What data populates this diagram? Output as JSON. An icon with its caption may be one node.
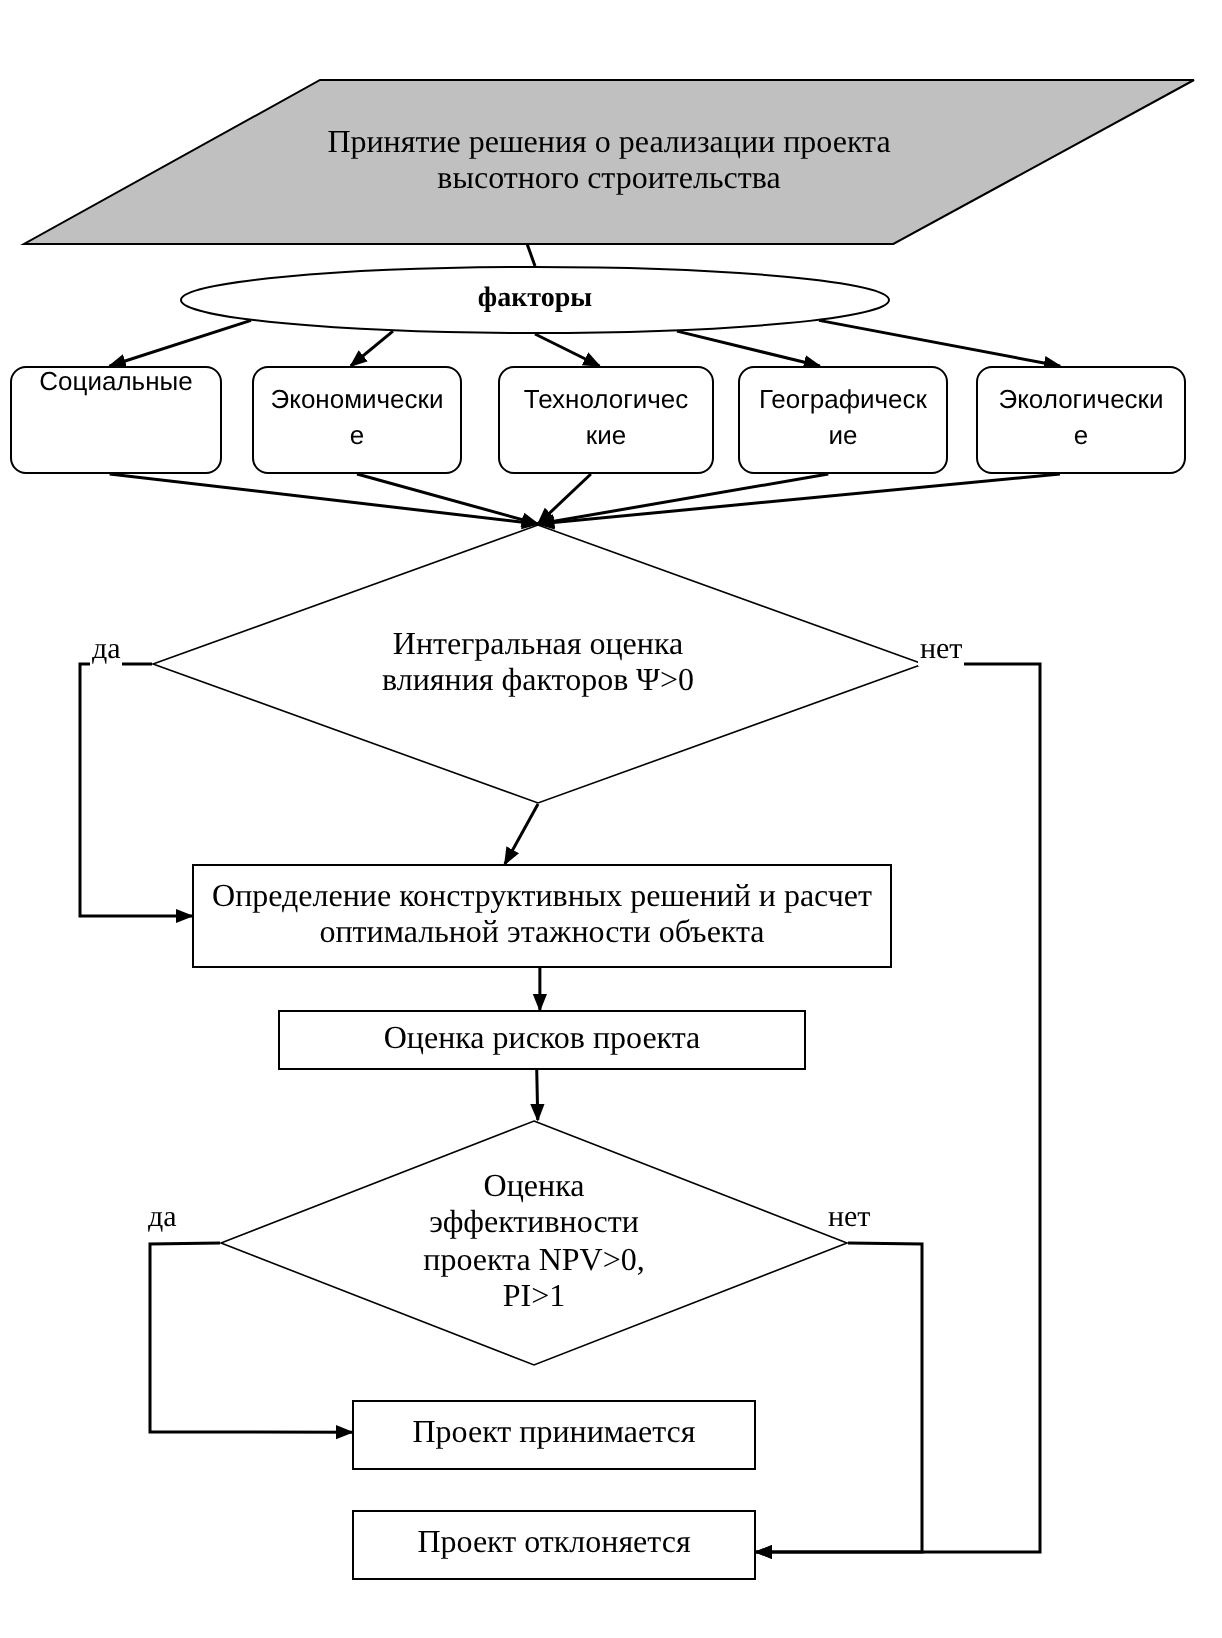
{
  "diagram": {
    "nodes": [
      {
        "text": [
          "Принятие решения о реализации проекта высотного строительства"
        ]
      },
      {
        "text": [
          "факторы"
        ]
      },
      {
        "text": [
          "Социальные"
        ]
      },
      {
        "text": [
          "Экономические"
        ]
      },
      {
        "text": [
          "Технологические"
        ]
      },
      {
        "text": [
          "Географические"
        ]
      },
      {
        "text": [
          "Экологические"
        ]
      },
      {
        "text": [
          "Интегральная оценка влияния факторов Ψ>0"
        ]
      },
      {
        "text": [
          "Определение конструктивных решений и расчет оптимальной этажности объекта"
        ]
      },
      {
        "text": [
          "Оценка рисков проекта"
        ]
      },
      {
        "text": [
          "Оценка эффективности проекта NPV>0, PI>1"
        ]
      },
      {
        "text": [
          "Проект принимается"
        ]
      },
      {
        "text": [
          "Проект отклоняется"
        ]
      }
    ],
    "edges": [
      {
        "from": 0,
        "to": 1,
        "arrow": "none"
      },
      {
        "from": 1,
        "to": 2,
        "arrow": "to"
      },
      {
        "from": 1,
        "to": 3,
        "arrow": "to"
      },
      {
        "from": 1,
        "to": 4,
        "arrow": "to"
      },
      {
        "from": 1,
        "to": 5,
        "arrow": "to"
      },
      {
        "from": 1,
        "to": 6,
        "arrow": "to"
      },
      {
        "from": 2,
        "to": 7,
        "arrow": "to"
      },
      {
        "from": 3,
        "to": 7,
        "arrow": "to"
      },
      {
        "from": 4,
        "to": 7,
        "arrow": "to"
      },
      {
        "from": 5,
        "to": 7,
        "arrow": "to"
      },
      {
        "from": 6,
        "to": 7,
        "arrow": "to"
      },
      {
        "from": 7,
        "to": 8,
        "arrow": "to"
      },
      {
        "from": 7,
        "to": 8,
        "arrow": "to",
        "label": "да"
      },
      {
        "from": 7,
        "to": 12,
        "arrow": "to",
        "label": "нет"
      },
      {
        "from": 8,
        "to": 9,
        "arrow": "to"
      },
      {
        "from": 9,
        "to": 10,
        "arrow": "to"
      },
      {
        "from": 10,
        "to": 11,
        "arrow": "to",
        "label": "да"
      },
      {
        "from": 10,
        "to": 12,
        "arrow": "to",
        "label": "нет"
      }
    ]
  }
}
